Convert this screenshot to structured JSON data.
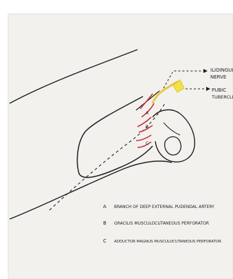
{
  "labels": {
    "nerve_line1": "ILIOINGUINAL",
    "nerve_line2": "NERVE",
    "pubic_line1": "PUBIC",
    "pubic_line2": "TUBERCLE",
    "marker_a": "A",
    "marker_b": "B",
    "marker_c": "C"
  },
  "legend": [
    {
      "key": "A",
      "text": "BRANCH OF DEEP EXTERNAL PUDENDAL ARTERY"
    },
    {
      "key": "B",
      "text": "GRACILIS MUSCULOCUTANEOUS PERFORATOR"
    },
    {
      "key": "C",
      "text": "ADDUCTOR MAGNUS MUSCULOCUTANEOUS PERFORATOR"
    }
  ],
  "colors": {
    "paper": "#f3f1ee",
    "ink": "#1e1e1e",
    "vessel": "#c8323c",
    "nerve": "#e8c84a",
    "tubercle": "#f2e24a"
  }
}
